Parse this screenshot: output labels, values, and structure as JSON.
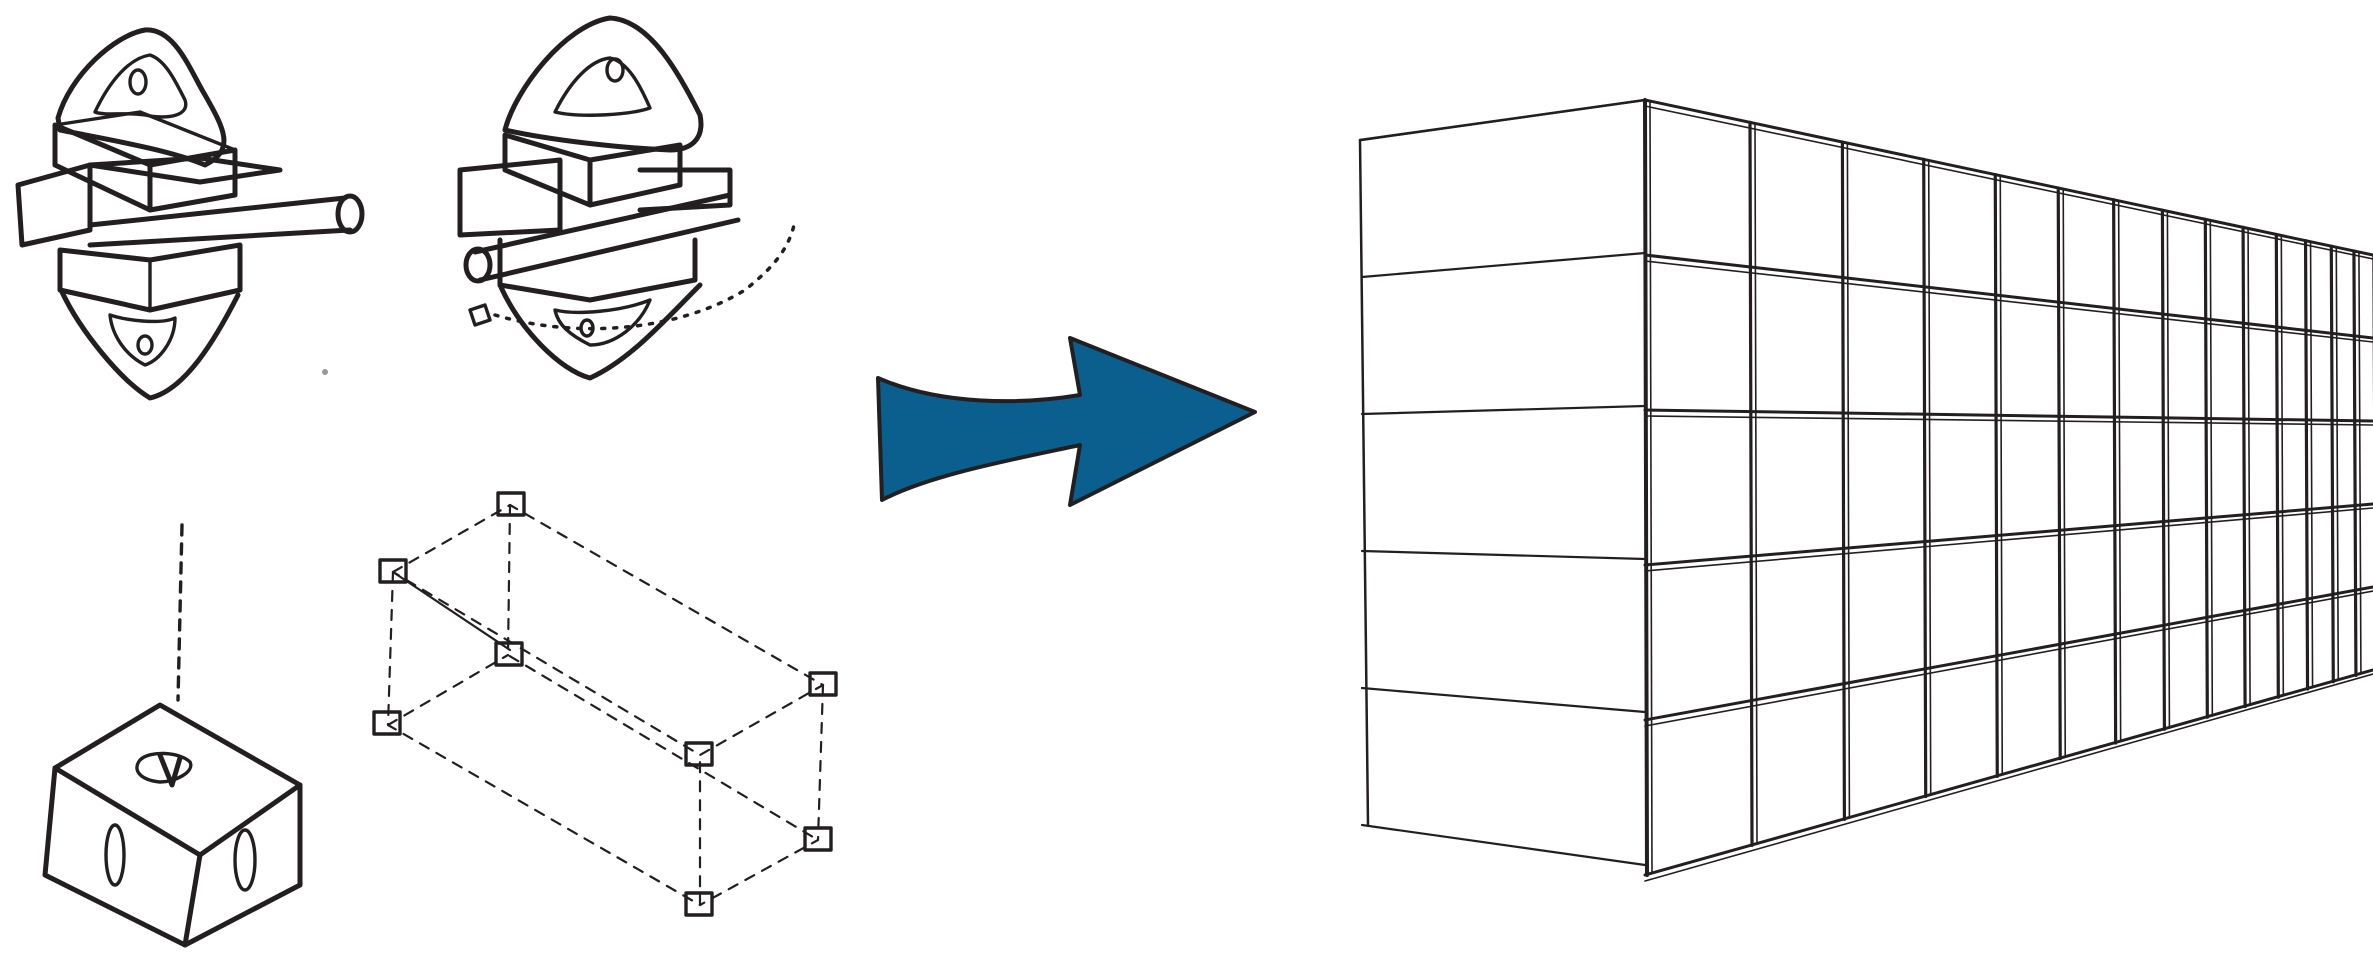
{
  "diagram": {
    "components": [
      {
        "id": "connector-front",
        "icon": "clamp-connector-icon"
      },
      {
        "id": "connector-rotated",
        "icon": "clamp-connector-icon"
      },
      {
        "id": "corner-node",
        "icon": "corner-block-icon"
      },
      {
        "id": "frame-module",
        "icon": "box-frame-icon"
      }
    ],
    "arrow": {
      "icon": "right-arrow-icon",
      "color": "#0b5f8e"
    },
    "result": {
      "icon": "grid-facade-icon",
      "rows": 5,
      "columns": 12
    },
    "colors": {
      "ink": "#231f20",
      "background": "#ffffff",
      "arrow_fill": "#0b5f8e"
    }
  }
}
